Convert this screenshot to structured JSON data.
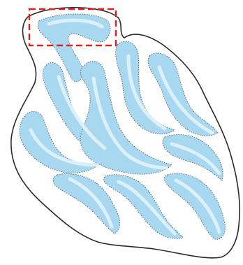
{
  "figure": {
    "subject": "cerebellum-folia-illustration",
    "highlight": {
      "style": "dashed",
      "color": "#e02020",
      "target": "top-left-folium"
    },
    "colors": {
      "background": "#ffffff",
      "outline": "#2a2a2a",
      "white_matter": "#a7d8f0",
      "white_matter_light": "#d8eef9",
      "dotted_boundary": "#5a6a78"
    }
  }
}
